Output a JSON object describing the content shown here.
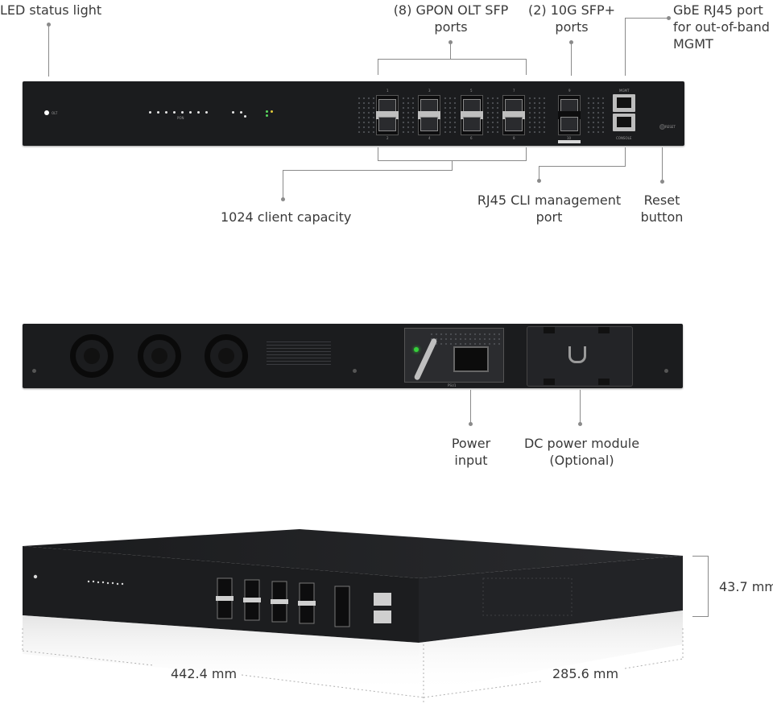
{
  "front_panel": {
    "callouts": {
      "led_status": "LED status light",
      "gpon_ports": [
        "(8) GPON OLT SFP",
        "ports"
      ],
      "sfp_plus_ports": [
        "(2) 10G SFP+",
        "ports"
      ],
      "gbe_mgmt_port": [
        "GbE RJ45 port",
        "for out-of-band",
        "MGMT"
      ],
      "client_capacity": "1024 client capacity",
      "cli_port": [
        "RJ45 CLI management",
        "port"
      ],
      "reset_button": [
        "Reset",
        "button"
      ]
    },
    "device_labels": {
      "olt": "OLT",
      "pon": "PON",
      "mgmt": "MGMT",
      "console": "CONSOLE",
      "reset": "RESET",
      "port_numbers_top": [
        "1",
        "3",
        "5",
        "7"
      ],
      "port_numbers_bottom": [
        "2",
        "4",
        "6",
        "8"
      ],
      "sfp_plus_numbers": [
        "9",
        "10"
      ]
    }
  },
  "rear_panel": {
    "callouts": {
      "power_input": [
        "Power",
        "input"
      ],
      "dc_module": [
        "DC power module",
        "(Optional)"
      ]
    },
    "device_labels": {
      "psu": "PSU1"
    }
  },
  "dimensions": {
    "height": "43.7 mm",
    "width": "442.4 mm",
    "depth": "285.6 mm"
  },
  "colors": {
    "device_body": "#1b1c1e",
    "leader_line": "#8a8a8a",
    "label_text": "#3a3a3a",
    "psu_led": "#35d13a"
  }
}
